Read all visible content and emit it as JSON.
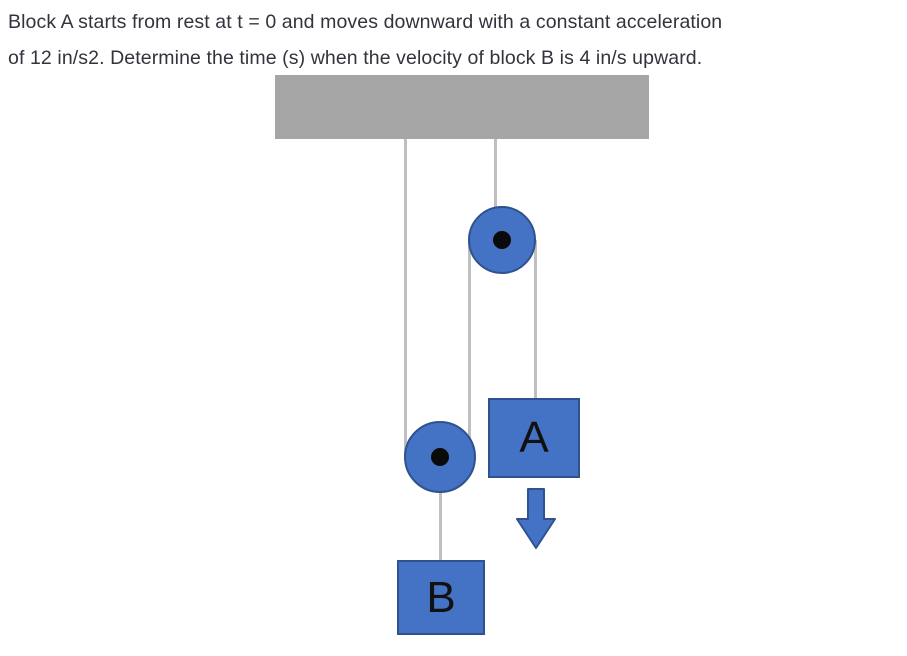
{
  "problem": {
    "line1": "Block A starts from rest at t = 0 and moves downward with a constant acceleration",
    "line2": "of 12 in/s2. Determine the time (s) when the velocity of block B is 4 in/s upward."
  },
  "diagram": {
    "blocks": {
      "a_label": "A",
      "b_label": "B"
    },
    "arrow": {
      "direction": "down"
    },
    "pulleys": {
      "upper": "fixed pulley hung from ceiling",
      "lower": "movable pulley attached to block B"
    },
    "colors": {
      "block_fill": "#4472C4",
      "block_border": "#2F528F",
      "ceiling_gray": "#A6A6A6",
      "rope_gray": "#BFBFBF",
      "hub_black": "#0A0A0A",
      "text": "#33333D"
    }
  }
}
